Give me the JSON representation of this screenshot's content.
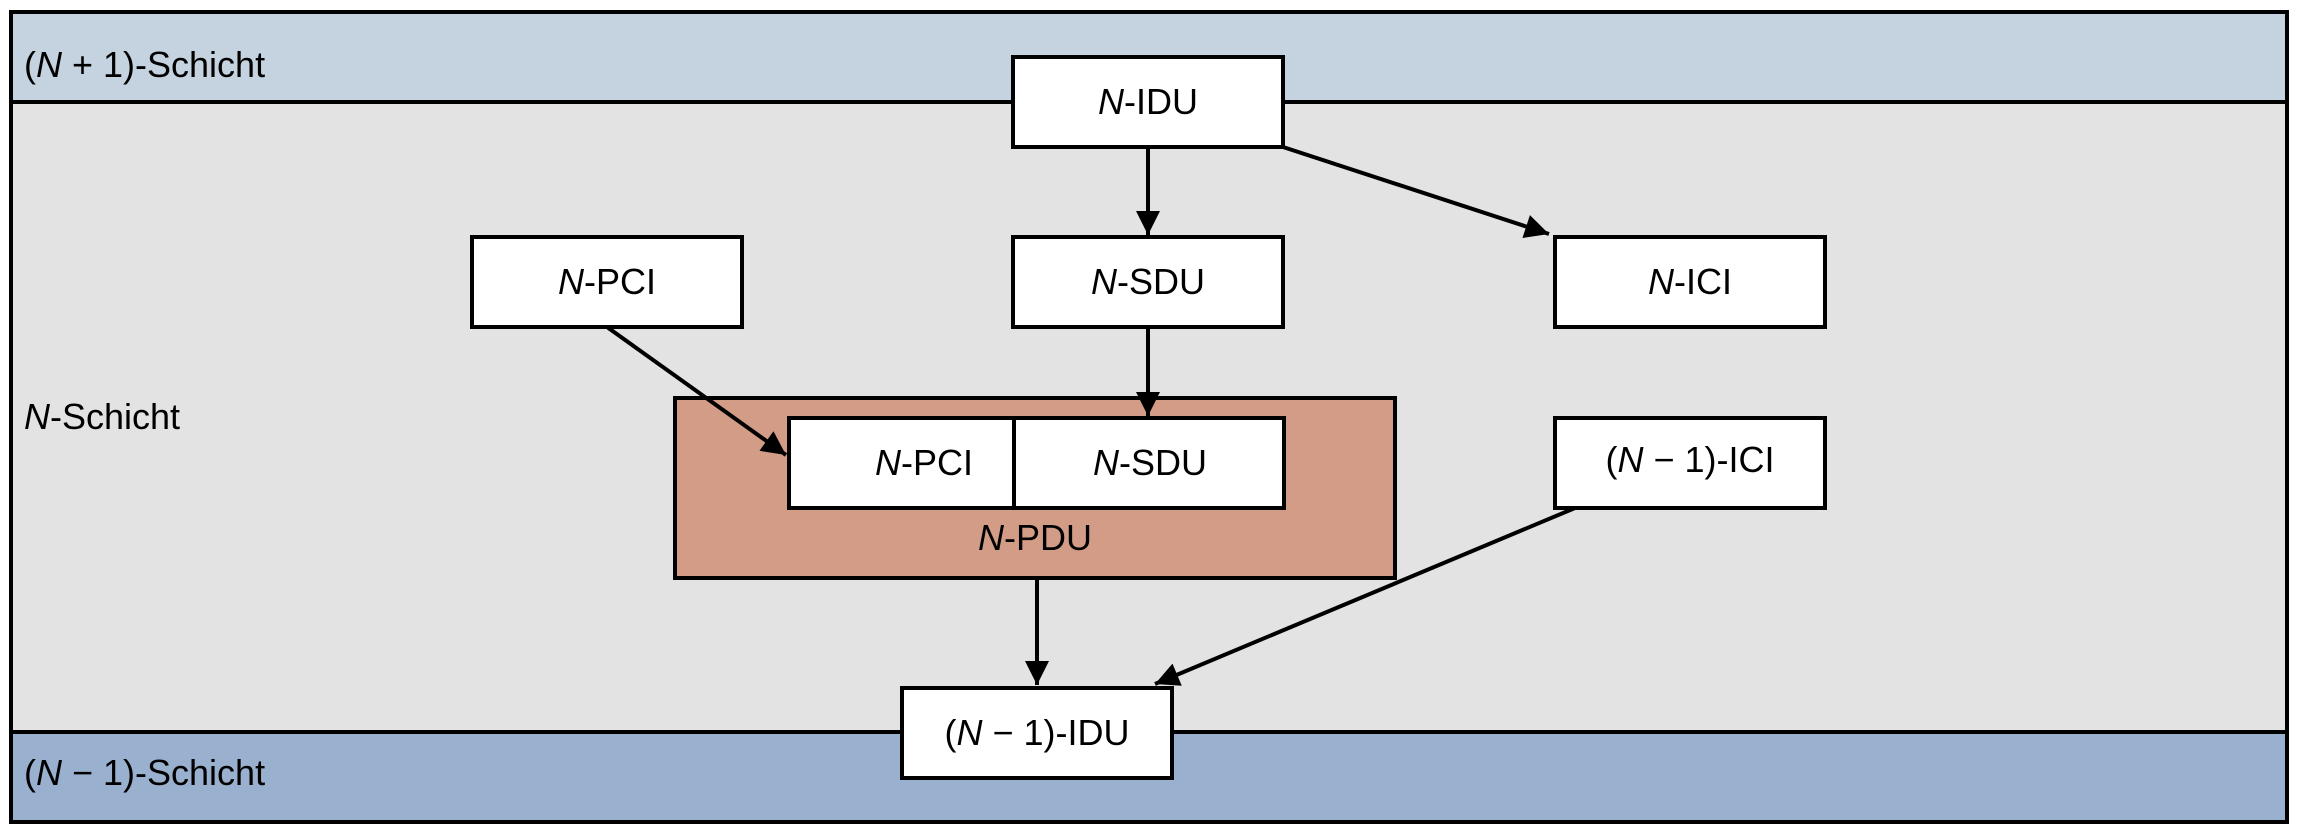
{
  "colors": {
    "upper_layer": "#c5d3e0",
    "middle_layer": "#e3e3e3",
    "lower_layer": "#99b0cf",
    "pdu_box": "#d39c86",
    "box_fill": "#ffffff",
    "stroke": "#000000"
  },
  "layers": {
    "upper": {
      "pre": "(",
      "var": "N",
      "post": " + 1)-Schicht"
    },
    "middle": {
      "pre": "",
      "var": "N",
      "post": "-Schicht"
    },
    "lower": {
      "pre": "(",
      "var": "N",
      "post": " − 1)-Schicht"
    }
  },
  "boxes": {
    "n_idu": {
      "pre": "",
      "var": "N",
      "post": "-IDU"
    },
    "n_pci_top": {
      "pre": "",
      "var": "N",
      "post": "-PCI"
    },
    "n_sdu_top": {
      "pre": "",
      "var": "N",
      "post": "-SDU"
    },
    "n_ici": {
      "pre": "",
      "var": "N",
      "post": "-ICI"
    },
    "n_pci_inner": {
      "pre": "",
      "var": "N",
      "post": "-PCI"
    },
    "n_sdu_inner": {
      "pre": "",
      "var": "N",
      "post": "-SDU"
    },
    "n_pdu": {
      "pre": "",
      "var": "N",
      "post": "-PDU"
    },
    "n1_ici": {
      "pre": "(",
      "var": "N",
      "post": " − 1)-ICI"
    },
    "n1_idu": {
      "pre": "(",
      "var": "N",
      "post": " − 1)-IDU"
    }
  }
}
